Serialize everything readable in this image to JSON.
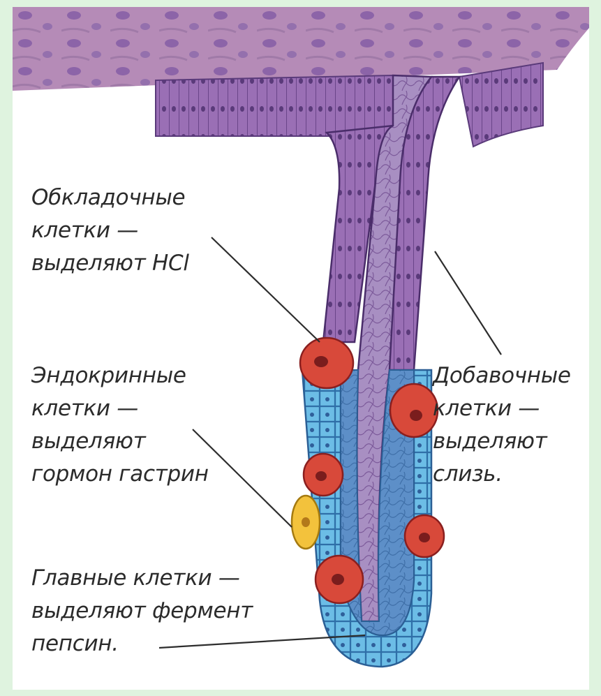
{
  "labels": {
    "parietal": {
      "lines": [
        "Обкладочные",
        "клетки —",
        "выделяют HCl"
      ]
    },
    "endocrine": {
      "lines": [
        "Эндокринные",
        "клетки —",
        "выделяют",
        "гормон гастрин"
      ]
    },
    "chief": {
      "lines": [
        "Главные клетки —",
        "выделяют фермент",
        "пепсин."
      ]
    },
    "accessory": {
      "lines": [
        "Добавочные",
        "клетки —",
        "выделяют",
        "слизь."
      ]
    }
  },
  "colors": {
    "surface": "#b78cb7",
    "surface_cell": "#9b6aa6",
    "columnar": "#9a6fb5",
    "lumen": "#a890bd",
    "blue_cells": "#63b3e0",
    "parietal_cell": "#d94a3a",
    "endocrine_cell": "#f2c23a",
    "pointer": "#2d2d2d"
  }
}
